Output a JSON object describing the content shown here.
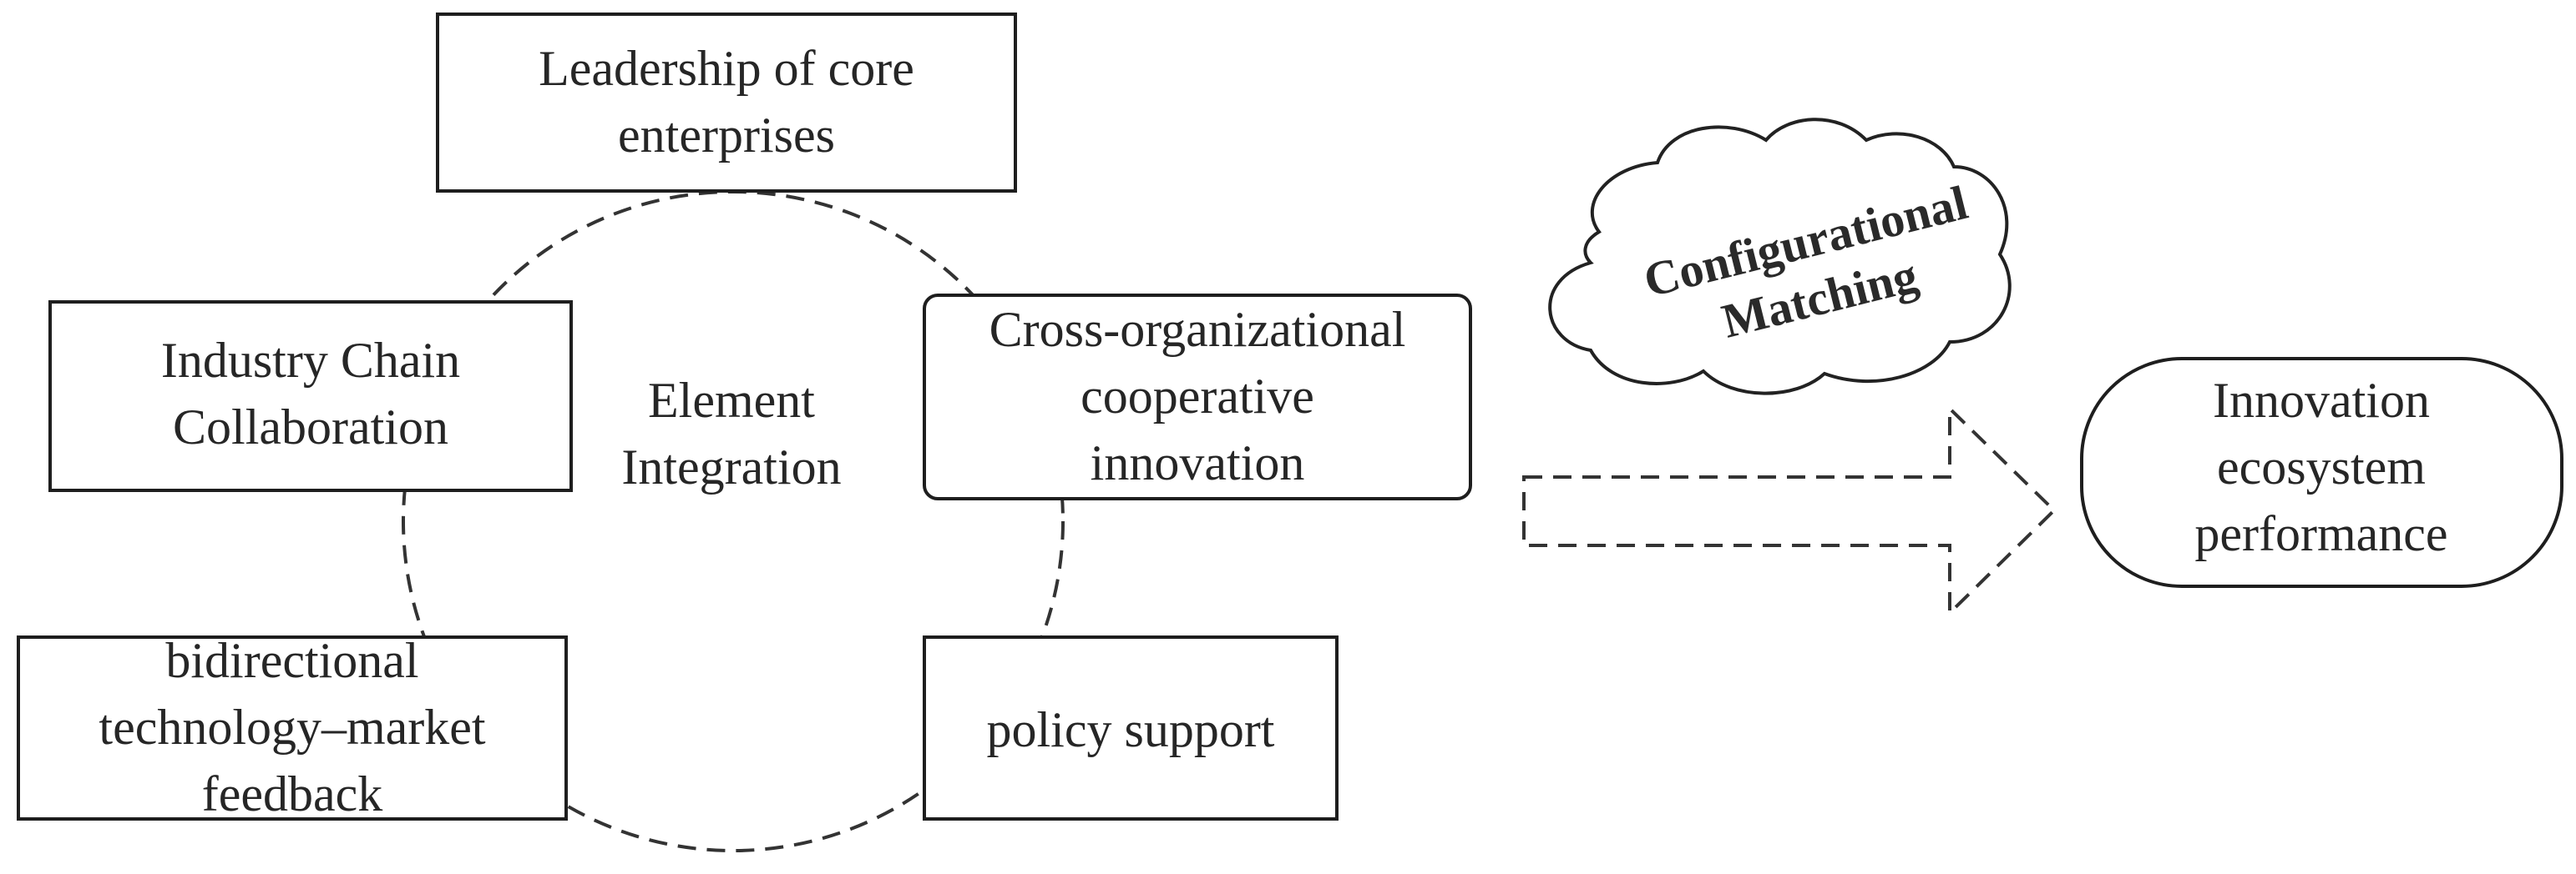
{
  "diagram": {
    "center_label": [
      "Element",
      "Integration"
    ],
    "elements": [
      {
        "id": "leadership",
        "lines": [
          "Leadership of core",
          "enterprises"
        ]
      },
      {
        "id": "industry-chain",
        "lines": [
          "Industry Chain",
          "Collaboration"
        ]
      },
      {
        "id": "cross-org",
        "lines": [
          "Cross-organizational",
          "cooperative",
          "innovation"
        ]
      },
      {
        "id": "feedback",
        "lines": [
          "bidirectional",
          "technology–market",
          "feedback"
        ]
      },
      {
        "id": "policy",
        "lines": [
          "policy support"
        ]
      }
    ],
    "cloud_label": [
      "Configurational",
      "Matching"
    ],
    "outcome": {
      "lines": [
        "Innovation",
        "ecosystem",
        "performance"
      ]
    }
  }
}
